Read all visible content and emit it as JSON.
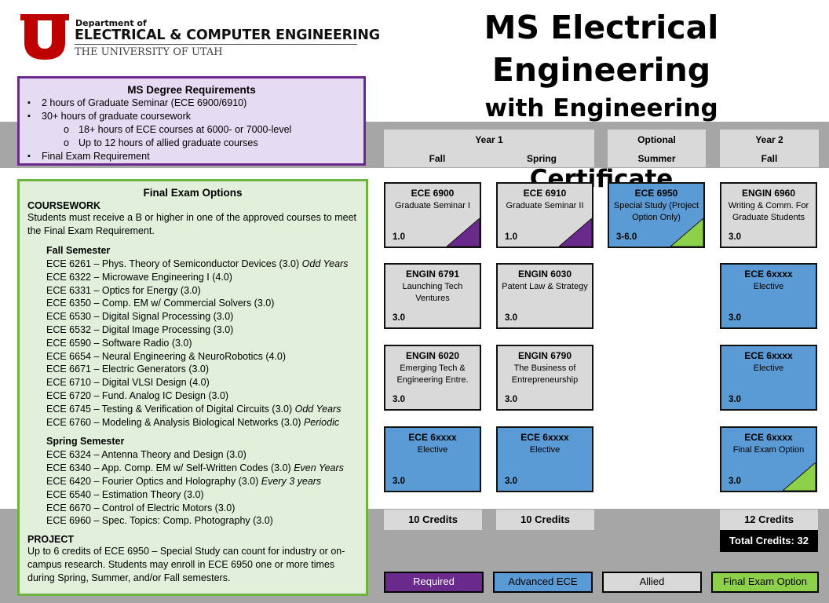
{
  "logo": {
    "dept_line": "Department of",
    "name_line": "ELECTRICAL & COMPUTER ENGINEERING",
    "univ_line": "THE UNIVERSITY OF UTAH"
  },
  "title": {
    "line1": "MS Electrical Engineering",
    "line2": "with Engineering Entrepreneurship",
    "line3": "Certificate"
  },
  "requirements": {
    "heading": "MS Degree Requirements",
    "items": [
      "2 hours of Graduate Seminar (ECE 6900/6910)",
      "30+ hours of graduate coursework",
      "18+ hours of ECE courses at 6000- or 7000-level",
      "Up to 12 hours of allied graduate courses",
      "Final Exam Requirement"
    ]
  },
  "exam_options": {
    "heading": "Final Exam Options",
    "coursework_label": "COURSEWORK",
    "coursework_text": "Students must receive a B or higher in one of the approved courses to meet the Final Exam Requirement.",
    "fall_label": "Fall Semester",
    "fall_courses": [
      {
        "text": "ECE 6261 – Phys. Theory of Semiconductor Devices (3.0)",
        "note": "Odd Years"
      },
      {
        "text": "ECE 6322 – Microwave Engineering I (4.0)",
        "note": ""
      },
      {
        "text": "ECE 6331 – Optics for Energy (3.0)",
        "note": ""
      },
      {
        "text": "ECE 6350 – Comp. EM w/ Commercial Solvers (3.0)",
        "note": ""
      },
      {
        "text": "ECE 6530 – Digital Signal Processing (3.0)",
        "note": ""
      },
      {
        "text": "ECE 6532 – Digital Image Processing (3.0)",
        "note": ""
      },
      {
        "text": "ECE 6590 – Software Radio (3.0)",
        "note": ""
      },
      {
        "text": "ECE 6654 – Neural Engineering & NeuroRobotics (4.0)",
        "note": ""
      },
      {
        "text": "ECE 6671 – Electric Generators (3.0)",
        "note": ""
      },
      {
        "text": "ECE 6710 – Digital VLSI Design (4.0)",
        "note": ""
      },
      {
        "text": "ECE 6720 – Fund. Analog IC Design (3.0)",
        "note": ""
      },
      {
        "text": "ECE 6745 – Testing & Verification of Digital Circuits (3.0)",
        "note": "Odd Years"
      },
      {
        "text": "ECE 6760 – Modeling & Analysis Biological Networks (3.0)",
        "note": "Periodic"
      }
    ],
    "spring_label": "Spring Semester",
    "spring_courses": [
      {
        "text": "ECE 6324 – Antenna Theory and Design (3.0)",
        "note": ""
      },
      {
        "text": "ECE 6340 – App. Comp. EM w/ Self-Written Codes (3.0)",
        "note": "Even Years"
      },
      {
        "text": "ECE 6420 – Fourier Optics and Holography (3.0)",
        "note": "Every 3 years"
      },
      {
        "text": "ECE 6540 – Estimation Theory (3.0)",
        "note": ""
      },
      {
        "text": "ECE 6670 – Control of Electric Motors (3.0)",
        "note": ""
      },
      {
        "text": "ECE 6960 – Spec. Topics: Comp. Photography (3.0)",
        "note": ""
      }
    ],
    "project_label": "PROJECT",
    "project_text": "Up to 6 credits of ECE 6950 – Special Study can count for industry or on-campus research. Students may enroll in ECE 6950 one or more times during Spring, Summer, and/or Fall semesters."
  },
  "headers": {
    "year1": "Year 1",
    "fall": "Fall",
    "spring": "Spring",
    "optional": "Optional",
    "summer": "Summer",
    "year2": "Year 2",
    "fall2": "Fall"
  },
  "courses": [
    {
      "code": "ECE 6900",
      "name": "Graduate Seminar I",
      "credits": "1.0",
      "type": "allied",
      "corner": "required"
    },
    {
      "code": "ECE 6910",
      "name": "Graduate Seminar II",
      "credits": "1.0",
      "type": "allied",
      "corner": "required"
    },
    {
      "code": "ECE 6950",
      "name": "Special Study (Project Option Only)",
      "credits": "3-6.0",
      "type": "adv",
      "corner": "exam"
    },
    {
      "code": "ENGIN 6960",
      "name": "Writing & Comm. For Graduate Students",
      "credits": "3.0",
      "type": "allied",
      "corner": ""
    },
    {
      "code": "ENGIN 6791",
      "name": "Launching Tech Ventures",
      "credits": "3.0",
      "type": "allied",
      "corner": ""
    },
    {
      "code": "ENGIN 6030",
      "name": "Patent Law & Strategy",
      "credits": "3.0",
      "type": "allied",
      "corner": ""
    },
    {
      "code": "ECE 6xxxx",
      "name": "Elective",
      "credits": "3.0",
      "type": "adv",
      "corner": ""
    },
    {
      "code": "ENGIN 6020",
      "name": "Emerging Tech & Engineering Entre.",
      "credits": "3.0",
      "type": "allied",
      "corner": ""
    },
    {
      "code": "ENGIN 6790",
      "name": "The Business of Entrepreneurship",
      "credits": "3.0",
      "type": "allied",
      "corner": ""
    },
    {
      "code": "ECE 6xxxx",
      "name": "Elective",
      "credits": "3.0",
      "type": "adv",
      "corner": ""
    },
    {
      "code": "ECE 6xxxx",
      "name": "Elective",
      "credits": "3.0",
      "type": "adv",
      "corner": ""
    },
    {
      "code": "ECE 6xxxx",
      "name": "Elective",
      "credits": "3.0",
      "type": "adv",
      "corner": ""
    },
    {
      "code": "ECE 6xxxx",
      "name": "Final Exam Option",
      "credits": "3.0",
      "type": "adv",
      "corner": "exam"
    }
  ],
  "credits": {
    "fall": "10 Credits",
    "spring": "10 Credits",
    "year2_fall": "12 Credits",
    "total": "Total Credits: 32"
  },
  "legend": {
    "required": "Required",
    "advanced": "Advanced ECE",
    "allied": "Allied",
    "exam": "Final Exam Option"
  },
  "colors": {
    "required": "#6a2a8c",
    "advanced": "#5b9bd5",
    "allied": "#d9d9d9",
    "exam": "#8dd14a",
    "utah_red": "#be0000"
  }
}
